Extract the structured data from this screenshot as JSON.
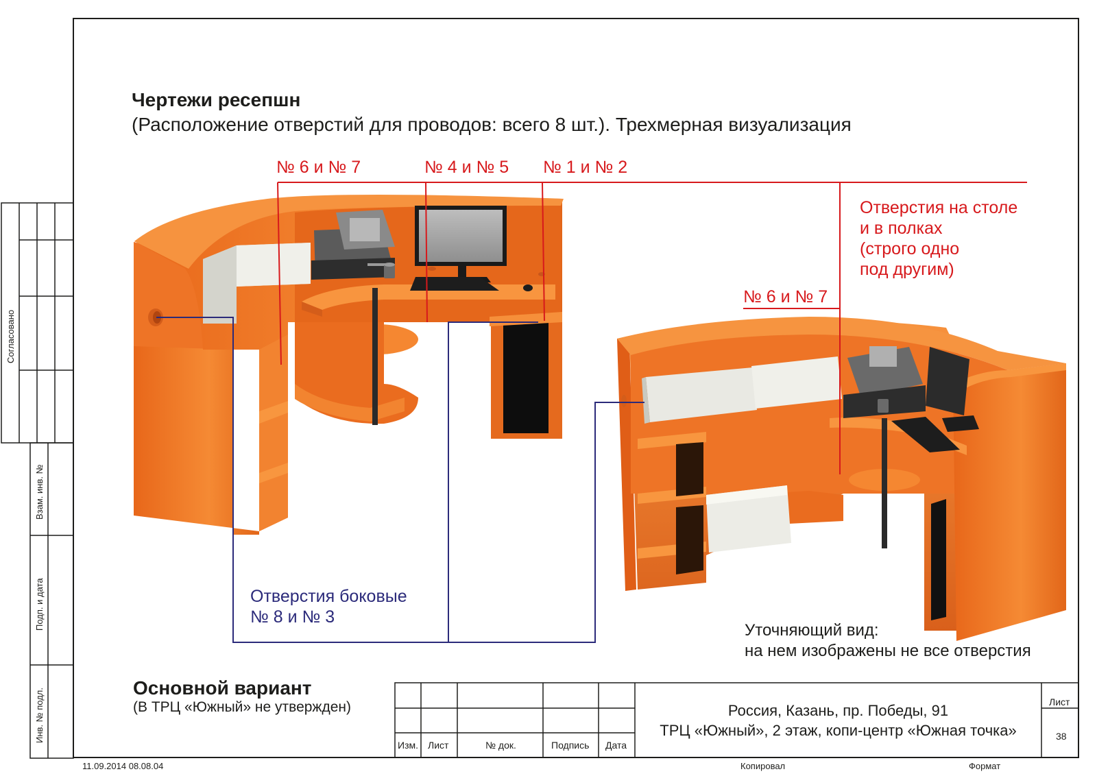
{
  "title": "Чертежи ресепшн",
  "subtitle": "(Расположение отверстий для проводов: всего 8 шт.). Трехмерная визуализация",
  "labels": {
    "holes_6_7_top": "№ 6 и № 7",
    "holes_4_5": "№ 4 и № 5",
    "holes_1_2": "№ 1 и № 2",
    "table_holes_line1": "Отверстия на столе",
    "table_holes_line2": "и в полках",
    "table_holes_line3": "(строго одно",
    "table_holes_line4": "под другим)",
    "holes_6_7_right": "№ 6 и № 7",
    "side_holes_line1": "Отверстия боковые",
    "side_holes_line2": "№ 8 и № 3",
    "detail_view_line1": "Уточняющий вид:",
    "detail_view_line2": "на нем изображены не все отверстия"
  },
  "variant": {
    "title": "Основной вариант",
    "note": "(В ТРЦ «Южный» не утвержден)"
  },
  "title_block": {
    "col_izm": "Изм.",
    "col_list": "Лист",
    "col_doc": "№ док.",
    "col_sign": "Подпись",
    "col_date": "Дата",
    "address_line1": "Россия, Казань, пр. Победы, 91",
    "address_line2": "ТРЦ «Южный», 2 этаж, копи-центр «Южная точка»",
    "sheet_label": "Лист",
    "sheet_number": "38"
  },
  "side_stamp": {
    "agreed": "Согласовано",
    "replace_inv": "Взам. инв. №",
    "sign_date": "Подп. и дата",
    "inv_orig": "Инв. № подл."
  },
  "footer": {
    "timestamp": "11.09.2014 08.08.04",
    "copied": "Копировал",
    "format": "Формат"
  },
  "colors": {
    "furniture": "#f07c24",
    "furniture_dark": "#c9561a",
    "red_lines": "#d7191c",
    "blue_lines": "#2b2a7a"
  }
}
